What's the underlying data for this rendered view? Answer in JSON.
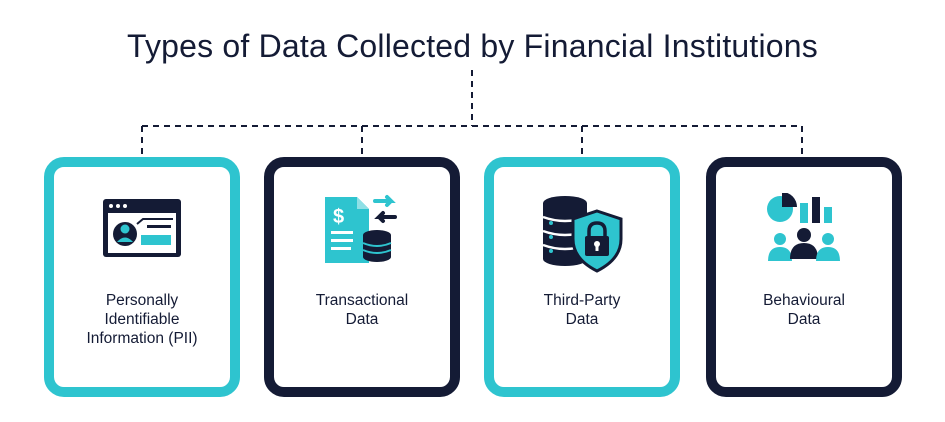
{
  "title": "Types of Data Collected by Financial Institutions",
  "colors": {
    "teal": "#2ec4cf",
    "navy": "#141b35",
    "text": "#141b35"
  },
  "cards": [
    {
      "label": "Personally\nIdentifiable\nInformation (PII)",
      "icon": "id-card-icon",
      "border": "teal"
    },
    {
      "label": "Transactional\nData",
      "icon": "transaction-document-icon",
      "border": "navy"
    },
    {
      "label": "Third-Party\nData",
      "icon": "database-shield-icon",
      "border": "teal"
    },
    {
      "label": "Behavioural\nData",
      "icon": "analytics-people-icon",
      "border": "navy"
    }
  ]
}
